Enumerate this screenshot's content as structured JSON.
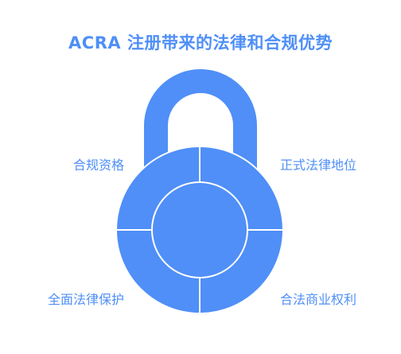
{
  "title": "ACRA 注册带来的法律和合规优势",
  "colors": {
    "primary": "#4f8ff7",
    "divider": "#ffffff",
    "background": "#ffffff"
  },
  "segments": [
    {
      "id": "top-left",
      "label": "合规资格"
    },
    {
      "id": "top-right",
      "label": "正式法律地位"
    },
    {
      "id": "bottom-left",
      "label": "全面法律保护"
    },
    {
      "id": "bottom-right",
      "label": "合法商业权利"
    }
  ]
}
